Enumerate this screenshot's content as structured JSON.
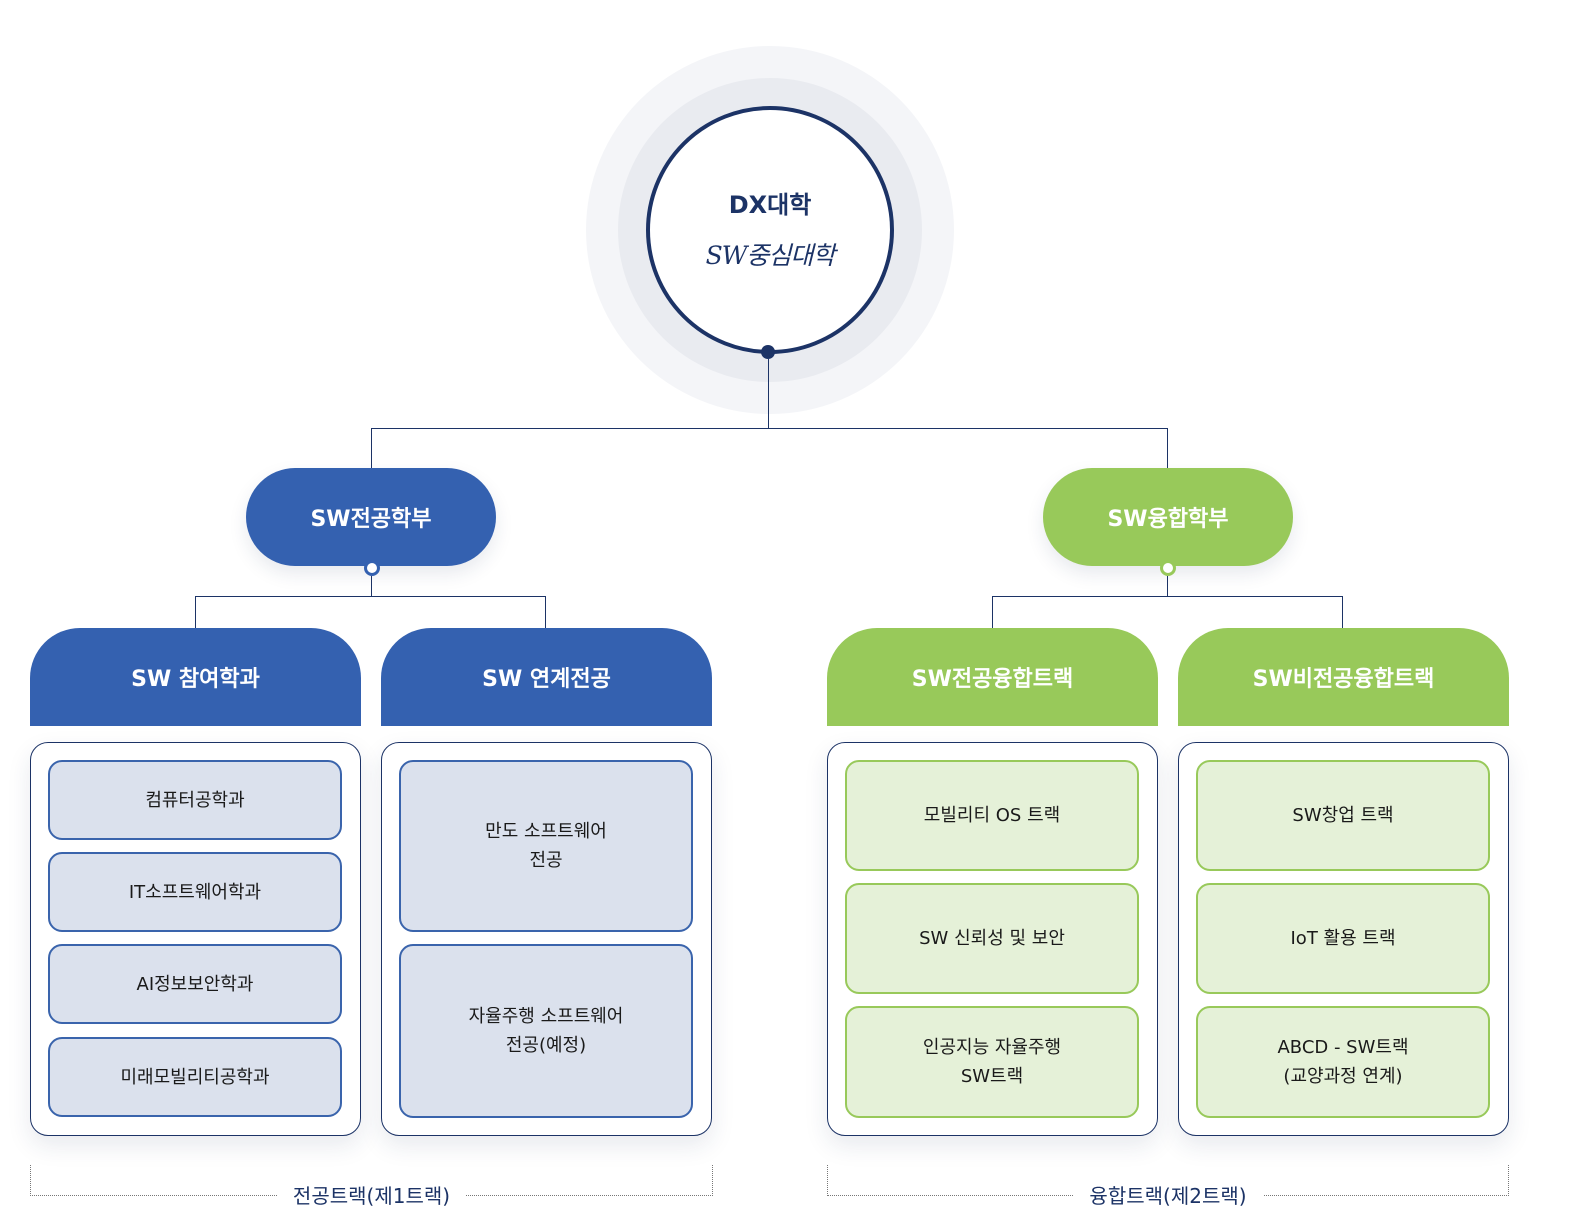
{
  "root": {
    "title": "DX대학",
    "subtitle": "SW중심대학"
  },
  "schools": [
    {
      "name": "SW전공학부",
      "columns": [
        {
          "title": "SW 참여학과",
          "items": [
            "컴퓨터공학과",
            "IT소프트웨어학과",
            "AI정보보안학과",
            "미래모빌리티공학과"
          ]
        },
        {
          "title": "SW 연계전공",
          "items": [
            "만도 소프트웨어\n전공",
            "자율주행 소프트웨어\n전공(예정)"
          ]
        }
      ]
    },
    {
      "name": "SW융합학부",
      "columns": [
        {
          "title": "SW전공융합트랙",
          "items": [
            "모빌리티 OS 트랙",
            "SW 신뢰성 및 보안",
            "인공지능 자율주행\nSW트랙"
          ]
        },
        {
          "title": "SW비전공융합트랙",
          "items": [
            "SW창업 트랙",
            "IoT 활용 트랙",
            "ABCD - SW트랙\n(교양과정 연계)"
          ]
        }
      ]
    }
  ],
  "footer": {
    "left": "전공트랙(제1트랙)",
    "right": "융합트랙(제2트랙)"
  },
  "colors": {
    "navy": "#1c3366",
    "blue": "#3461b0",
    "green": "#98c95a",
    "blue_fill": "#dbe1ed",
    "green_fill": "#e5f1d8"
  }
}
